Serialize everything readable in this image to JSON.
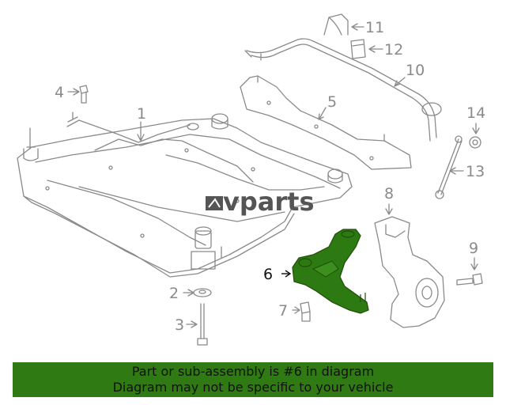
{
  "diagram": {
    "brand": "vparts",
    "highlighted_part": "6",
    "highlight_color": "#2e7a12",
    "line_color": "#8a8a8a",
    "callouts": [
      {
        "id": "1",
        "label": "1"
      },
      {
        "id": "2",
        "label": "2"
      },
      {
        "id": "3",
        "label": "3"
      },
      {
        "id": "4",
        "label": "4"
      },
      {
        "id": "5",
        "label": "5"
      },
      {
        "id": "6",
        "label": "6"
      },
      {
        "id": "7",
        "label": "7"
      },
      {
        "id": "8",
        "label": "8"
      },
      {
        "id": "9",
        "label": "9"
      },
      {
        "id": "10",
        "label": "10"
      },
      {
        "id": "11",
        "label": "11"
      },
      {
        "id": "12",
        "label": "12"
      },
      {
        "id": "13",
        "label": "13"
      },
      {
        "id": "14",
        "label": "14"
      }
    ]
  },
  "banner": {
    "line1": "Part or sub-assembly is #6 in diagram",
    "line2": "Diagram may not be specific to your vehicle",
    "background": "#2f7a12"
  }
}
